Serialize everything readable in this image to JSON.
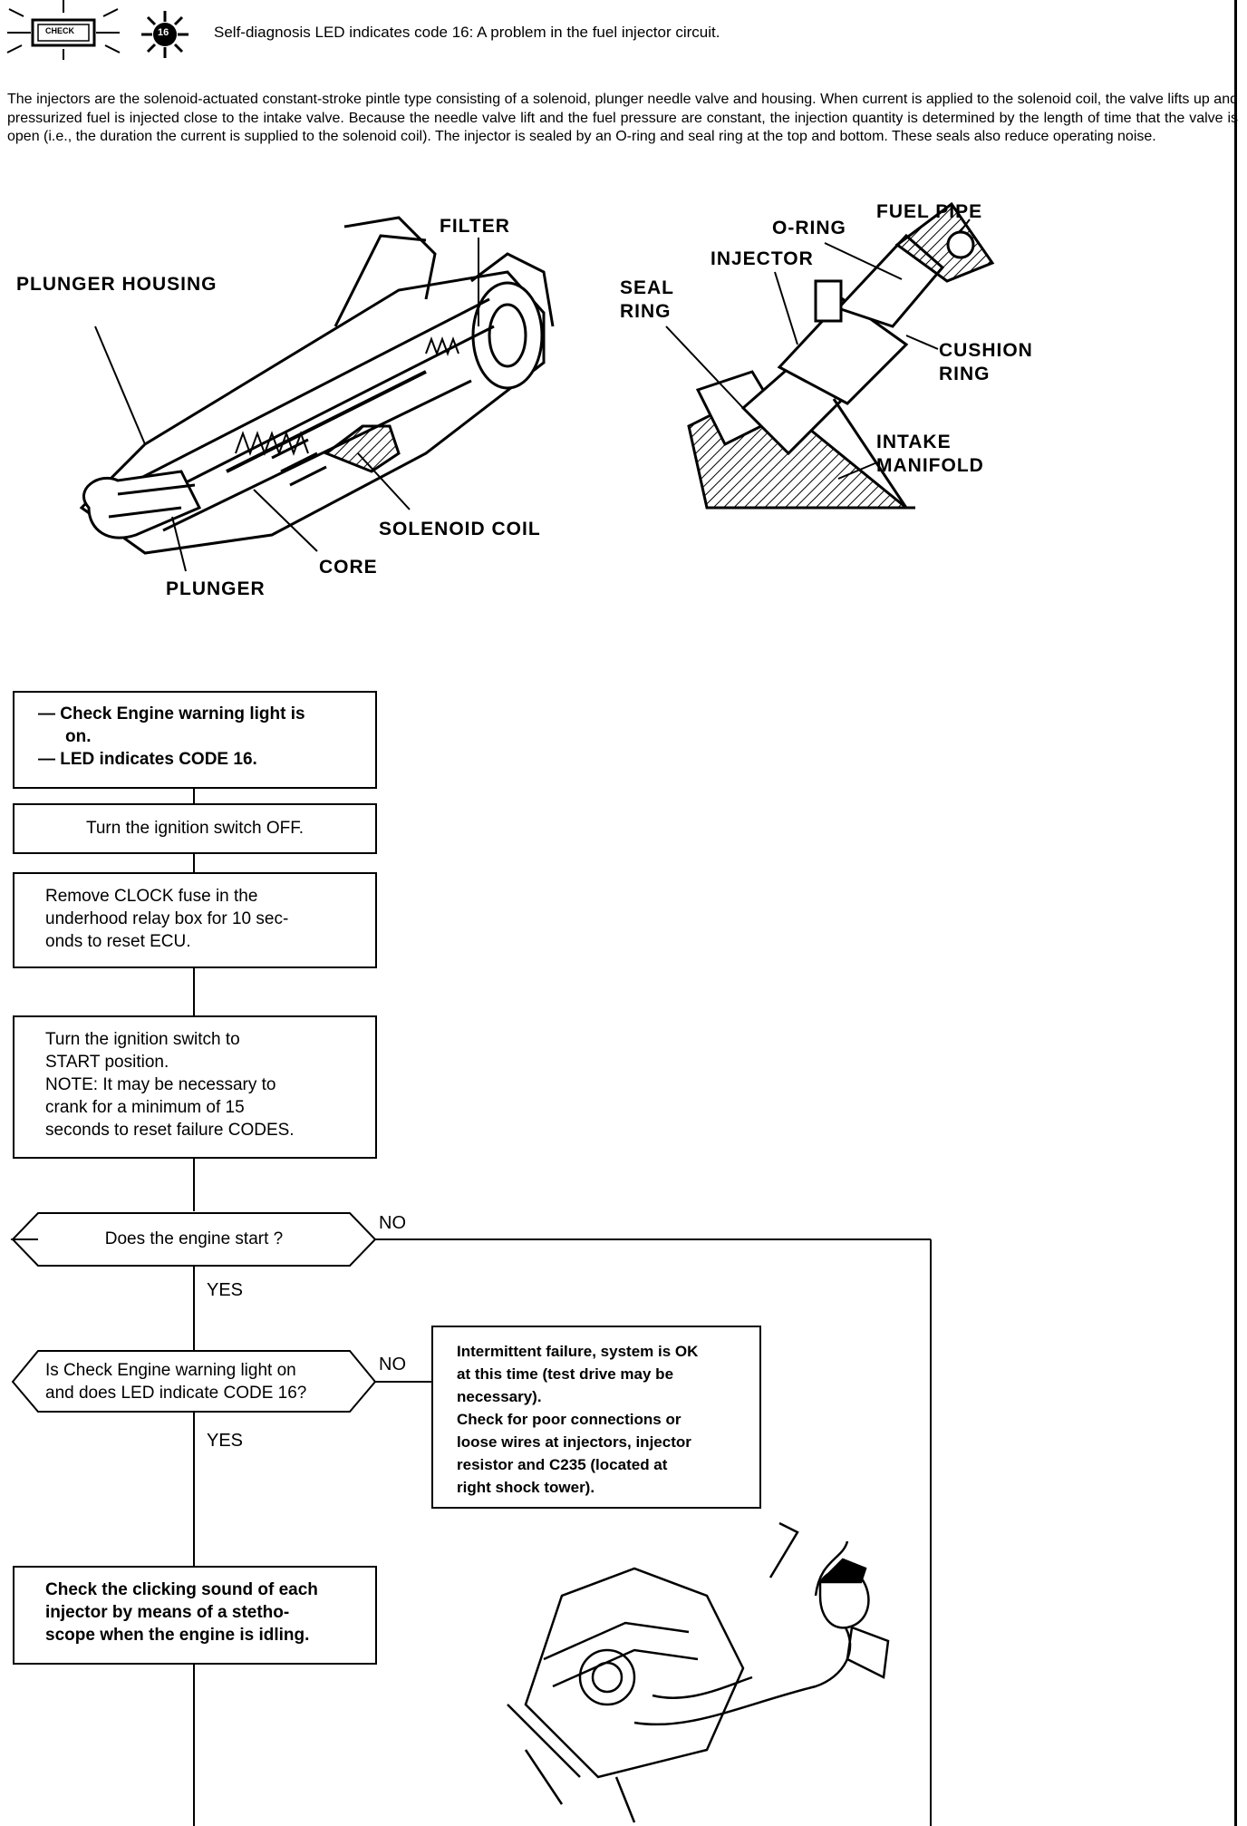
{
  "header": {
    "check_icon_label": "CHECK",
    "led_icon_label": "16",
    "title": "Self-diagnosis LED indicates code 16: A problem in the fuel injector circuit."
  },
  "intro": "The injectors are the solenoid-actuated constant-stroke pintle type consisting of a solenoid, plunger needle valve and housing. When current is applied to the solenoid coil, the valve lifts up and pressurized fuel is injected close to the intake valve. Because the needle valve lift and the fuel pressure are constant, the injection quantity is determined by the length of time that the valve is open (i.e., the duration the current is supplied to the solenoid coil). The injector is sealed by an O-ring and seal ring at the top and bottom. These seals also reduce operating noise.",
  "injector_diagram": {
    "labels": {
      "filter": "FILTER",
      "plunger_housing": "PLUNGER HOUSING",
      "solenoid_coil": "SOLENOID COIL",
      "core": "CORE",
      "plunger": "PLUNGER"
    }
  },
  "mount_diagram": {
    "labels": {
      "fuel_pipe": "FUEL PIPE",
      "o_ring": "O-RING",
      "injector": "INJECTOR",
      "seal_ring_1": "SEAL",
      "seal_ring_2": "RING",
      "cushion_ring_1": "CUSHION",
      "cushion_ring_2": "RING",
      "intake_manifold_1": "INTAKE",
      "intake_manifold_2": "MANIFOLD"
    }
  },
  "flow": {
    "start_lines": [
      "— Check Engine warning light is",
      "on.",
      "— LED indicates CODE 16."
    ],
    "step_ignition_off": "Turn the ignition switch OFF.",
    "step_remove_fuse": "Remove CLOCK fuse in the underhood relay box for 10 seconds to reset ECU.",
    "step_remove_fuse_lines": [
      "Remove CLOCK fuse in the",
      "underhood relay box for 10 sec-",
      "onds to reset ECU."
    ],
    "step_start_lines": [
      "Turn the ignition switch to",
      "START position.",
      "NOTE: It may be necessary to",
      "crank for a minimum of 15",
      "seconds to reset failure CODES."
    ],
    "decision_start": "Does the engine start ?",
    "decision_start_no": "NO",
    "decision_start_yes": "YES",
    "decision_led_lines": [
      "Is Check Engine warning light on",
      "and does LED indicate CODE 16?"
    ],
    "decision_led_no": "NO",
    "decision_led_yes": "YES",
    "intermittent_lines": [
      "Intermittent failure, system is OK",
      "at this time (test drive may be",
      "necessary).",
      "Check for poor connections or",
      "loose wires at injectors, injector",
      "resistor and C235 (located at",
      "right shock tower)."
    ],
    "step_click_lines": [
      "Check the clicking sound of each",
      "injector by means of a stetho-",
      "scope when the engine is idling."
    ]
  }
}
